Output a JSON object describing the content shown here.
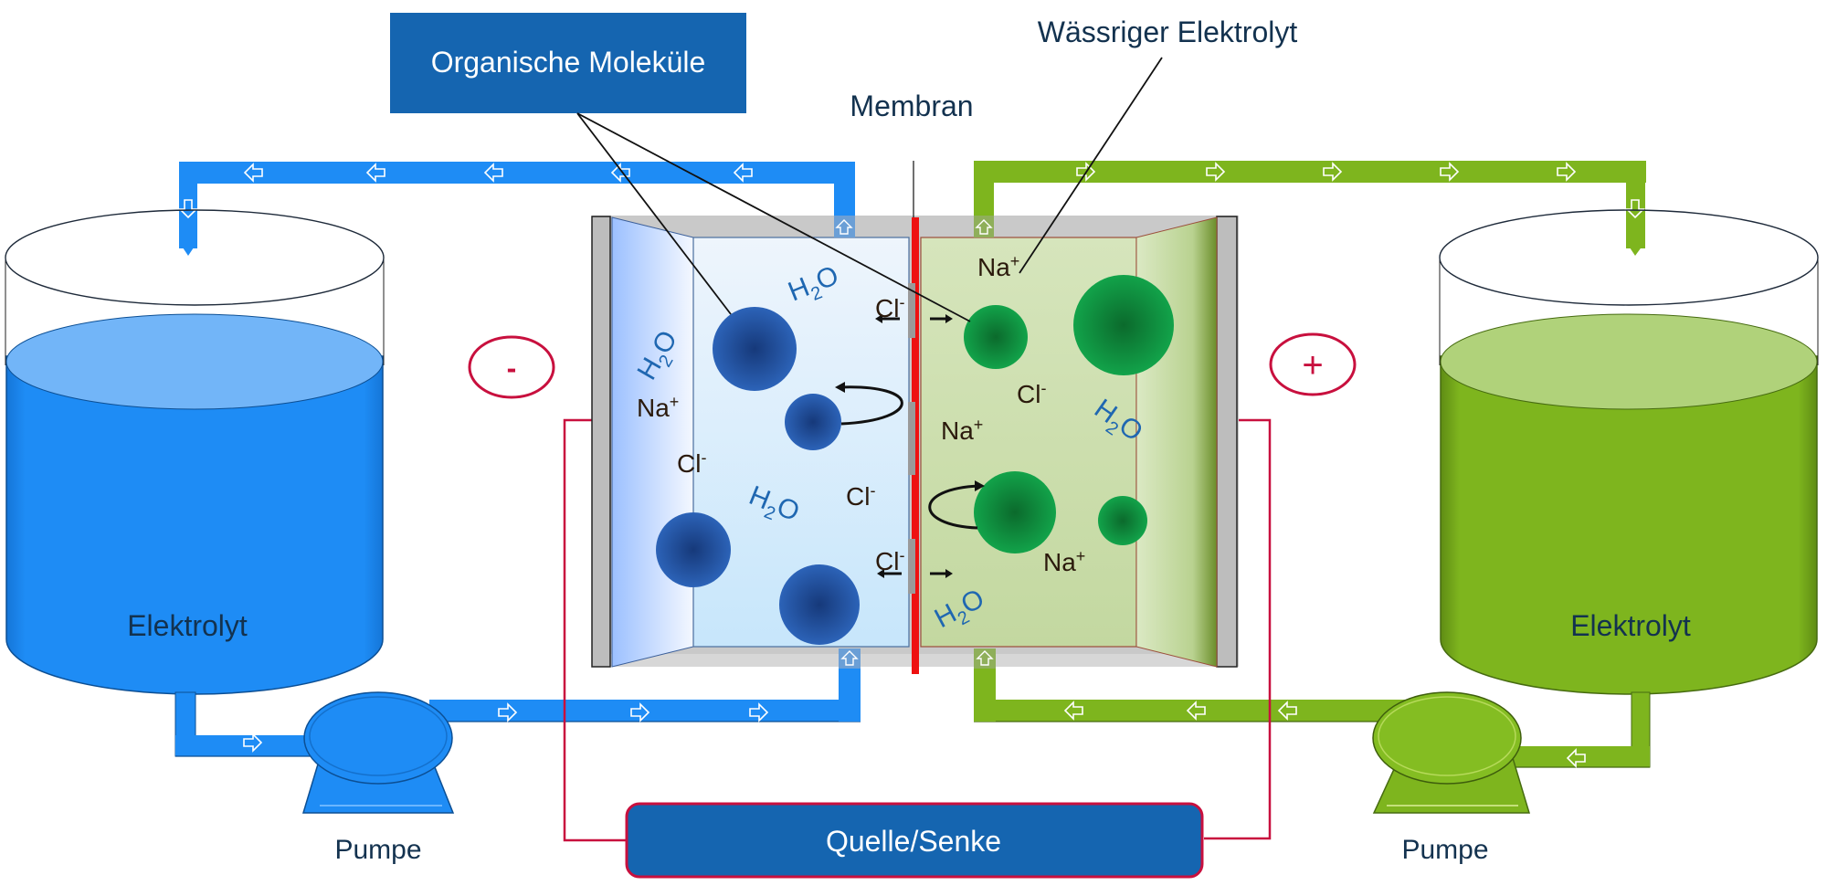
{
  "title_callouts": {
    "organic_molecules": "Organische Moleküle",
    "membrane": "Membran",
    "aqueous_electrolyte": "Wässriger Elektrolyt"
  },
  "tanks": {
    "left": {
      "label": "Elektrolyt",
      "color": "#1e8cf5",
      "surface_color": "#72b5f8"
    },
    "right": {
      "label": "Elektrolyt",
      "color": "#7eb51e",
      "surface_color": "#b0d27a"
    }
  },
  "pumps": {
    "left": {
      "label": "Pumpe"
    },
    "right": {
      "label": "Pumpe"
    }
  },
  "electrodes": {
    "negative": {
      "symbol": "-"
    },
    "positive": {
      "symbol": "+"
    }
  },
  "power": {
    "label": "Quelle/Senke"
  },
  "cell": {
    "left_half": {
      "species": [
        {
          "id": "h2o-a",
          "text": "H",
          "sub": "2",
          "tail": "O"
        },
        {
          "id": "na-a",
          "text": "Na",
          "sup": "+"
        },
        {
          "id": "cl-a",
          "text": "Cl",
          "sup": "-"
        },
        {
          "id": "h2o-b",
          "text": "H",
          "sub": "2",
          "tail": "O"
        },
        {
          "id": "h2o-c",
          "text": "H",
          "sub": "2",
          "tail": "O"
        },
        {
          "id": "cl-b",
          "text": "Cl",
          "sup": "-"
        },
        {
          "id": "cl-c",
          "text": "Cl",
          "sup": "-"
        },
        {
          "id": "cl-d",
          "text": "Cl",
          "sup": "-"
        }
      ]
    },
    "right_half": {
      "species": [
        {
          "id": "na-b",
          "text": "Na",
          "sup": "+"
        },
        {
          "id": "cl-e",
          "text": "Cl",
          "sup": "-"
        },
        {
          "id": "na-c",
          "text": "Na",
          "sup": "+"
        },
        {
          "id": "h2o-d",
          "text": "H",
          "sub": "2",
          "tail": "O"
        },
        {
          "id": "na-d",
          "text": "Na",
          "sup": "+"
        },
        {
          "id": "h2o-e",
          "text": "H",
          "sub": "2",
          "tail": "O"
        }
      ]
    }
  },
  "colors": {
    "blue_loop": "#1e8cf5",
    "green_loop": "#7eb51e",
    "circuit": "#c8103e",
    "box_blue": "#1565b0",
    "membrane_red": "#ee1111"
  }
}
